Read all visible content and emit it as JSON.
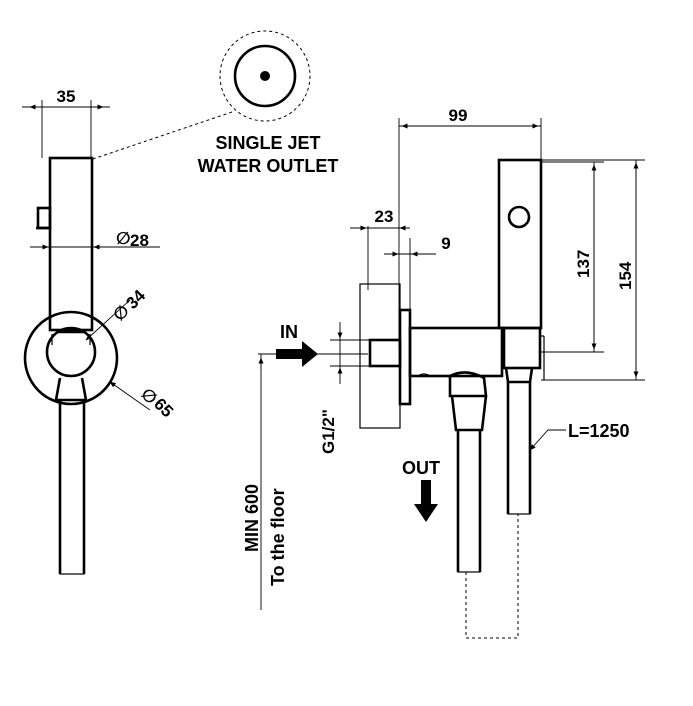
{
  "labels": {
    "outlet_line1": "SINGLE JET",
    "outlet_line2": "WATER OUTLET",
    "in": "IN",
    "out": "OUT",
    "thread": "G1/2\"",
    "floor_line1": "MIN 600",
    "floor_line2": "To the floor",
    "hose_length": "L=1250"
  },
  "dimensions": {
    "width_35": "35",
    "diam_28": "28",
    "diam_34": "34",
    "diam_65": "65",
    "depth_99": "99",
    "depth_23": "23",
    "depth_9": "9",
    "height_137": "137",
    "height_154": "154"
  },
  "symbols": {
    "diameter": "∅"
  }
}
